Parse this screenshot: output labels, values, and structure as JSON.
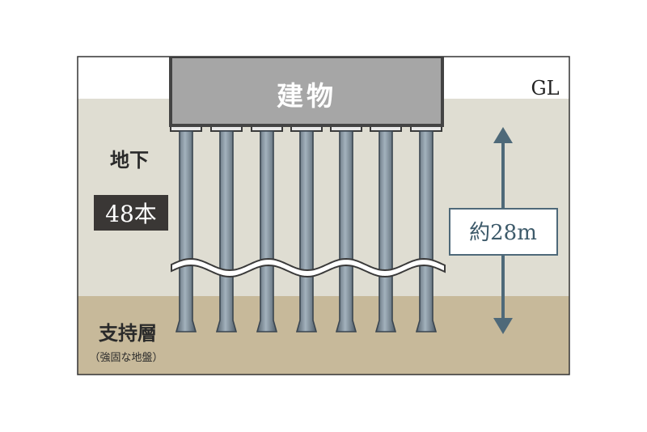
{
  "building": {
    "label": "建物"
  },
  "ground_level": {
    "label": "GL"
  },
  "underground": {
    "label": "地下"
  },
  "pile_count": {
    "label": "48本"
  },
  "depth": {
    "label": "約28m"
  },
  "bearing_layer": {
    "label": "支持層",
    "sublabel": "（強固な地盤）"
  },
  "colors": {
    "sky": "#ffffff",
    "soil": "#dfddd2",
    "bearing": "#c7b99a",
    "building_fill": "#a6a6a6",
    "building_edge": "#444444",
    "pile_fill": "#7e8f9d",
    "depth_arrow": "#4e6979",
    "badge_bg": "#3a3735",
    "badge_text": "#ffffff",
    "text": "#2a2a2a"
  }
}
